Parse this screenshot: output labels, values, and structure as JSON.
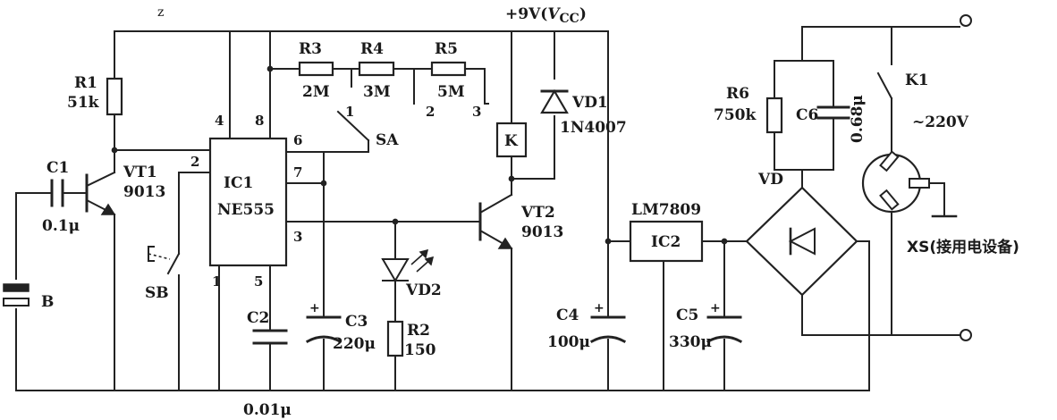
{
  "supply": {
    "label": "+9V(",
    "vcc": "V",
    "vcc_sub": "CC",
    "close": ")"
  },
  "r1": {
    "ref": "R1",
    "value": "51k"
  },
  "c1": {
    "ref": "C1",
    "value": "0.1μ"
  },
  "vt1": {
    "ref": "VT1",
    "value": "9013"
  },
  "battery": {
    "ref": "B"
  },
  "sb": {
    "ref": "SB"
  },
  "ic1": {
    "ref": "IC1",
    "part": "NE555",
    "pins": [
      "4",
      "8",
      "6",
      "7",
      "3",
      "2",
      "1",
      "5"
    ]
  },
  "c2": {
    "ref": "C2",
    "value": "0.01μ"
  },
  "r3": {
    "ref": "R3",
    "value": "2M"
  },
  "r4": {
    "ref": "R4",
    "value": "3M"
  },
  "r5": {
    "ref": "R5",
    "value": "5M"
  },
  "sa": {
    "ref": "SA",
    "positions": [
      "1",
      "2",
      "3"
    ]
  },
  "c3": {
    "ref": "C3",
    "value": "220μ"
  },
  "vd2": {
    "ref": "VD2"
  },
  "r2": {
    "ref": "R2",
    "value": "150"
  },
  "relay": {
    "ref": "K"
  },
  "vd1": {
    "ref": "VD1",
    "value": "1N4007"
  },
  "vt2": {
    "ref": "VT2",
    "value": "9013"
  },
  "c4": {
    "ref": "C4",
    "value": "100μ"
  },
  "ic2": {
    "ref": "IC2",
    "part": "LM7809"
  },
  "c5": {
    "ref": "C5",
    "value": "330μ"
  },
  "r6": {
    "ref": "R6",
    "value": "750k"
  },
  "c6": {
    "ref": "C6",
    "value": "0.68μ"
  },
  "vd": {
    "ref": "VD"
  },
  "k1": {
    "ref": "K1"
  },
  "mains": {
    "label": "~220V"
  },
  "xs": {
    "label": "XS(接用电设备)"
  },
  "stray_mark": "z"
}
